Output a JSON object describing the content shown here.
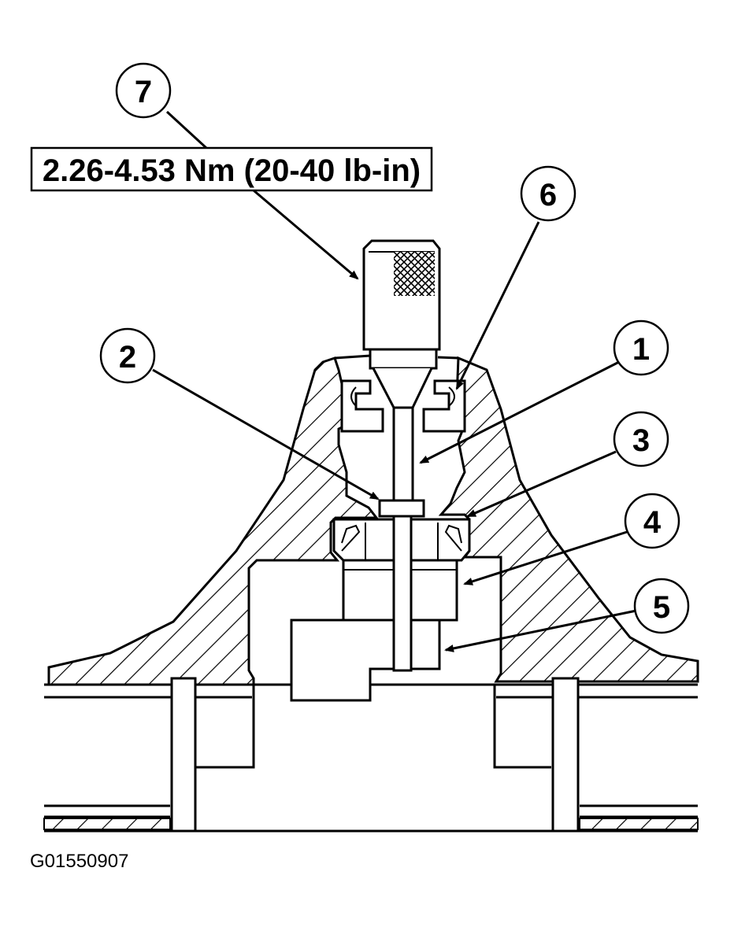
{
  "torque_spec": "2.26-4.53 Nm (20-40 lb-in)",
  "figure_code": "G01550907",
  "callouts": {
    "c1": "1",
    "c2": "2",
    "c3": "3",
    "c4": "4",
    "c5": "5",
    "c6": "6",
    "c7": "7"
  }
}
